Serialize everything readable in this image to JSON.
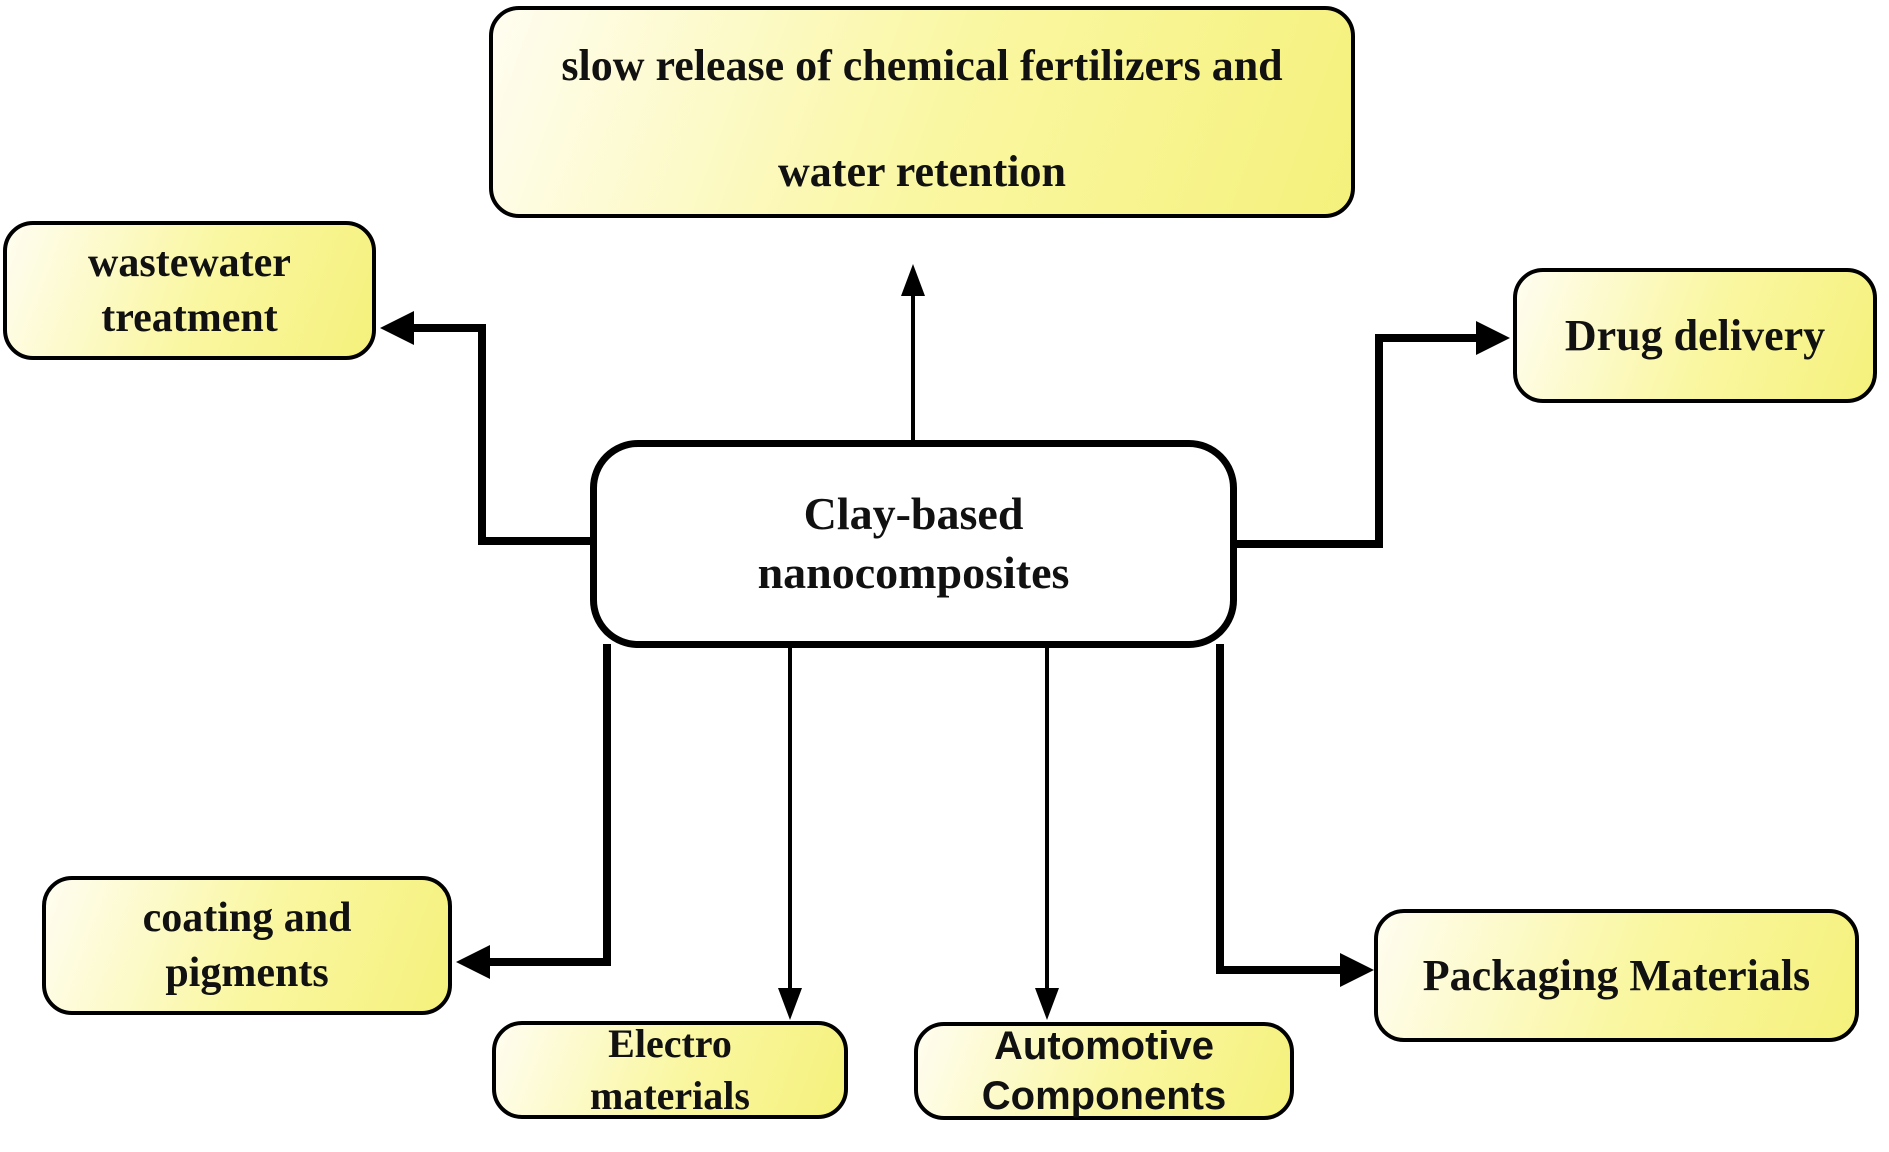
{
  "diagram": {
    "center": {
      "lines": [
        "Clay-based",
        "nanocomposites"
      ]
    },
    "top": {
      "lines": [
        "slow release of chemical fertilizers and",
        "water retention"
      ]
    },
    "wastewater": {
      "lines": [
        "wastewater",
        "treatment"
      ]
    },
    "drug": {
      "lines": [
        "Drug delivery"
      ]
    },
    "coating": {
      "lines": [
        "coating and",
        "pigments"
      ]
    },
    "electro": {
      "lines": [
        "Electro",
        "materials"
      ]
    },
    "automotive": {
      "lines": [
        "Automotive",
        "Components"
      ]
    },
    "packaging": {
      "lines": [
        "Packaging Materials"
      ]
    },
    "colors": {
      "background": "#ffffff",
      "border": "#000000",
      "text": "#111111",
      "center_fill": "#ffffff",
      "box_fill_light": "#fffdf0",
      "box_fill_mid": "#faf7a3",
      "box_fill_deep": "#f5f17c"
    }
  }
}
